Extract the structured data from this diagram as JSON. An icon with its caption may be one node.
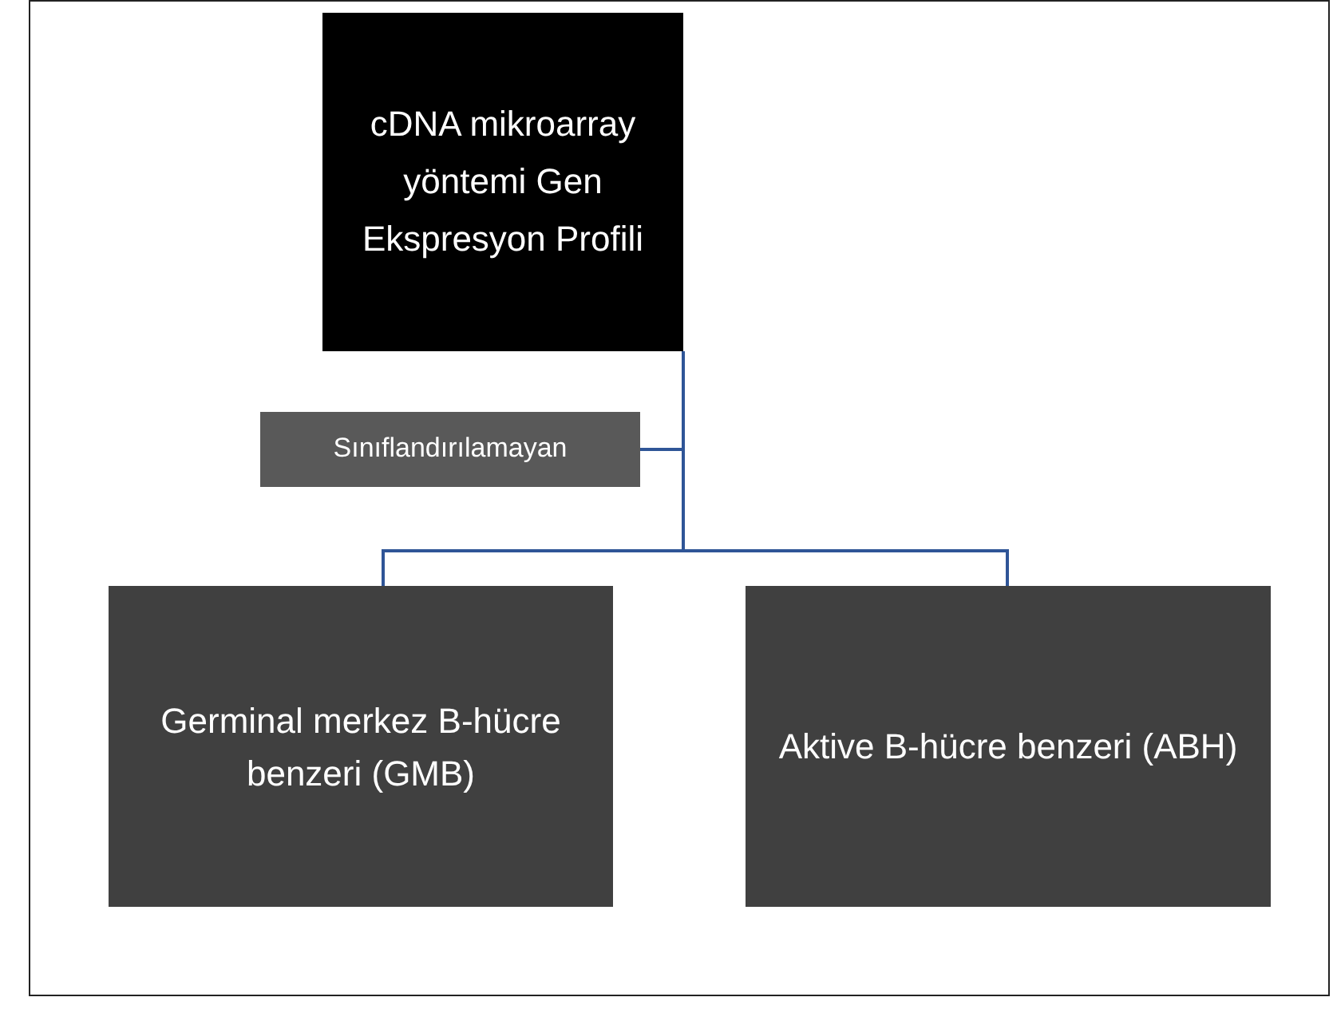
{
  "diagram": {
    "nodes": [
      {
        "text": [
          "cDNA mikroarray yöntemi Gen Ekspresyon Profili"
        ]
      },
      {
        "text": [
          "Sınıflandırılamayan"
        ]
      },
      {
        "text": [
          "Germinal merkez B-hücre benzeri (GMB)"
        ]
      },
      {
        "text": [
          "Aktive B-hücre benzeri (ABH)"
        ]
      }
    ],
    "edges": [
      {
        "from": 0,
        "to": 1,
        "arrow": "none"
      },
      {
        "from": 0,
        "to": 2,
        "arrow": "none"
      },
      {
        "from": 0,
        "to": 3,
        "arrow": "none"
      }
    ]
  }
}
